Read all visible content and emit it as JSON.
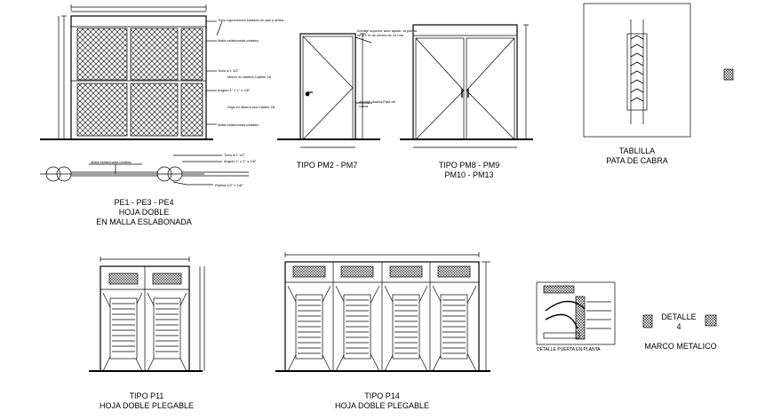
{
  "drawing": {
    "pe": {
      "title": [
        "PE1 - PE3 - PE4",
        "HOJA DOBLE",
        "EN MALLA ESLABONADA"
      ],
      "notes": [
        "Tubo capuchones soldado en pps y arriba",
        "Malla eslabonada pintada",
        "Tubo ø 1 1/2\"",
        "Marco en lámina Calibre 18",
        "Angulo 1\" x 1\" x 1/8\"",
        "Hoja en lámina lisa Calibre 18",
        "Malla eslabonada pintada"
      ],
      "plan_notes": [
        "Malla eslabonada pintada",
        "Tubo ø 1 1/2\"",
        "Angulo 1\" x 1\" x 1/8\"",
        "Platina 1/2\" x 1/8\""
      ]
    },
    "pm2": {
      "title": [
        "TIPO  PM2 - PM7"
      ],
      "notes": [
        "Anclaje superior auto ajuste, la puerta se a 1 m de centro de 10 mm",
        "Anclaje platina Pata de cabra"
      ]
    },
    "pm8": {
      "title": [
        "TIPO  PM8 - PM9",
        "PM10 - PM13"
      ]
    },
    "tablilla": {
      "title": [
        "TABLILLA",
        "PATA DE CABRA"
      ]
    },
    "p11": {
      "title": [
        "TIPO  P11",
        "HOJA DOBLE PLEGABLE"
      ]
    },
    "p14": {
      "title": [
        "TIPO  P14",
        "HOJA DOBLE PLEGABLE"
      ]
    },
    "detalle_planta": {
      "caption": "DETALLE PUERTA EN PLANTA"
    },
    "detalle4": {
      "title": [
        "DETALLE",
        "4"
      ],
      "subtitle": "MARCO METALICO"
    }
  }
}
